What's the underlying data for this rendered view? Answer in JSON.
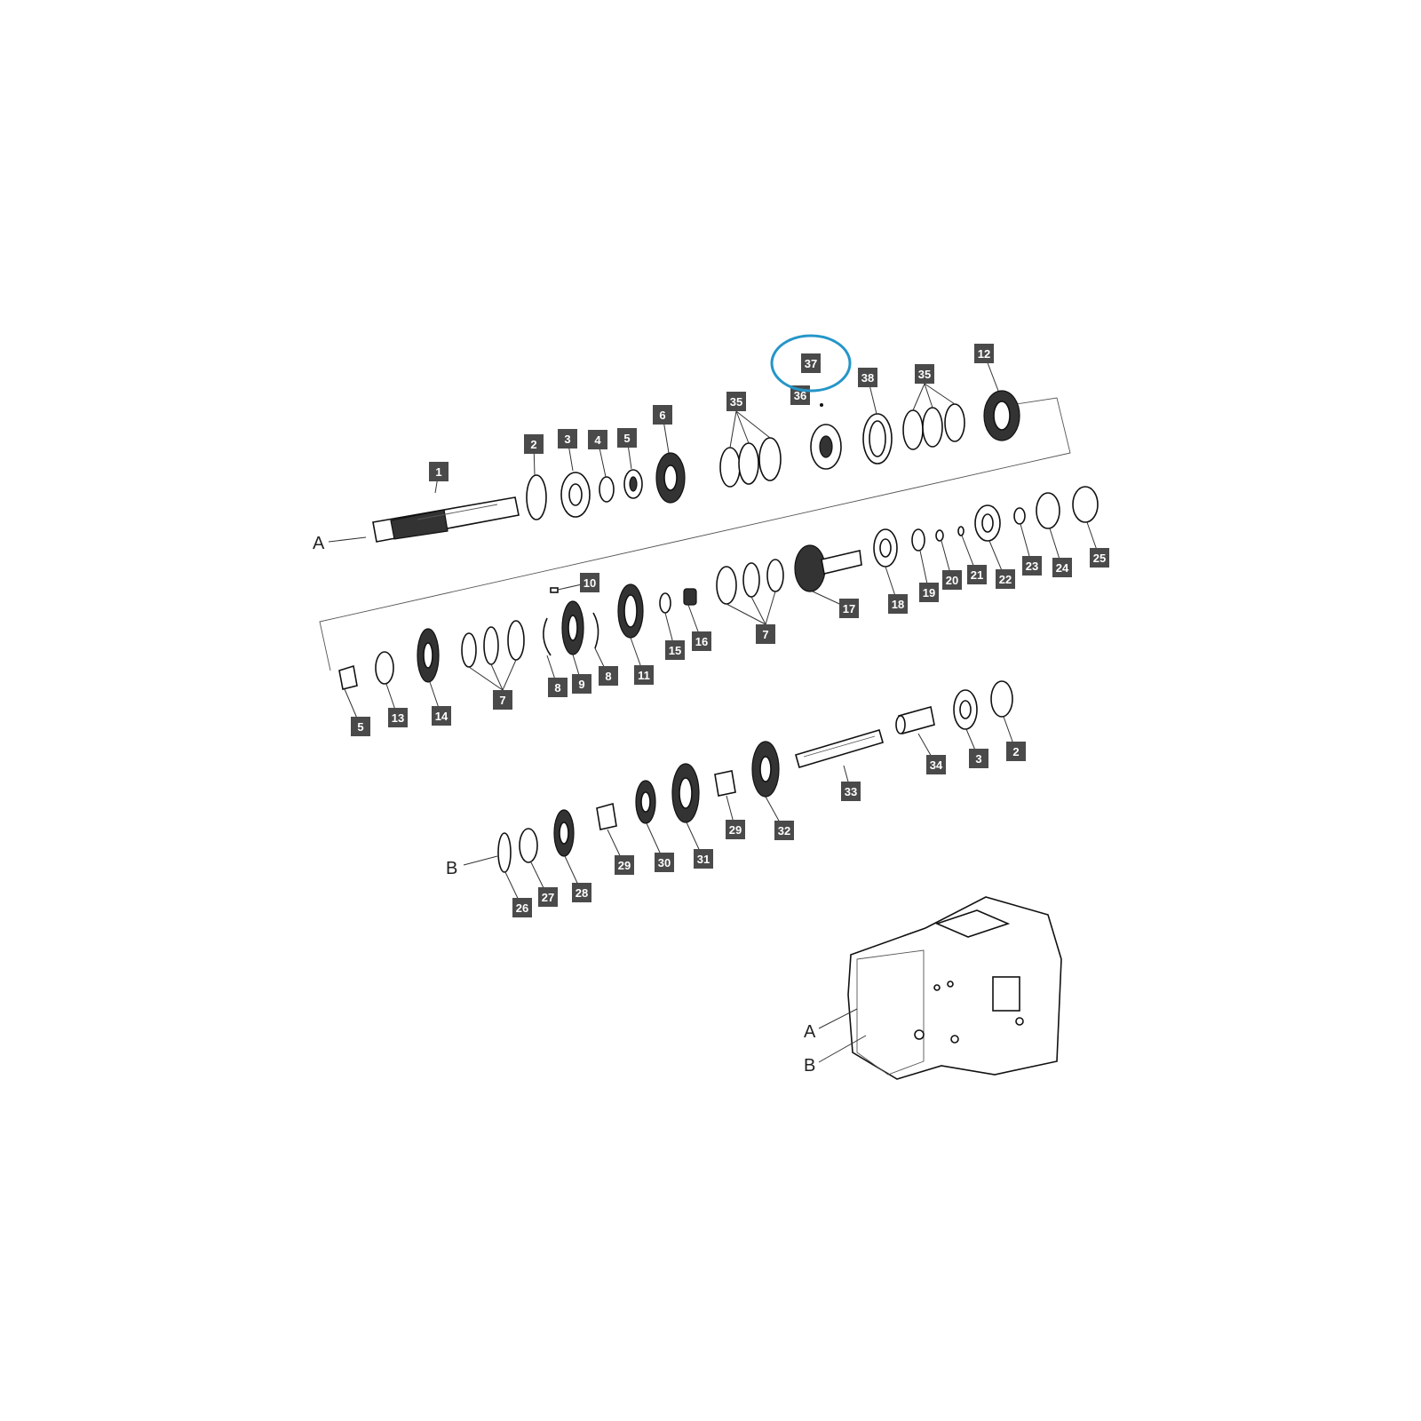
{
  "highlight": {
    "label": "37",
    "color": "#2596c8"
  },
  "callouts": [
    "1",
    "2",
    "3",
    "4",
    "5",
    "6",
    "35",
    "36",
    "37",
    "38",
    "35",
    "12",
    "10",
    "11",
    "15",
    "16",
    "7",
    "17",
    "18",
    "19",
    "20",
    "21",
    "22",
    "23",
    "24",
    "25",
    "5",
    "13",
    "14",
    "7",
    "8",
    "9",
    "8",
    "34",
    "3",
    "2",
    "33",
    "32",
    "29",
    "31",
    "30",
    "29",
    "28",
    "27",
    "26"
  ],
  "reference_letters": [
    "A",
    "B",
    "A",
    "B"
  ]
}
